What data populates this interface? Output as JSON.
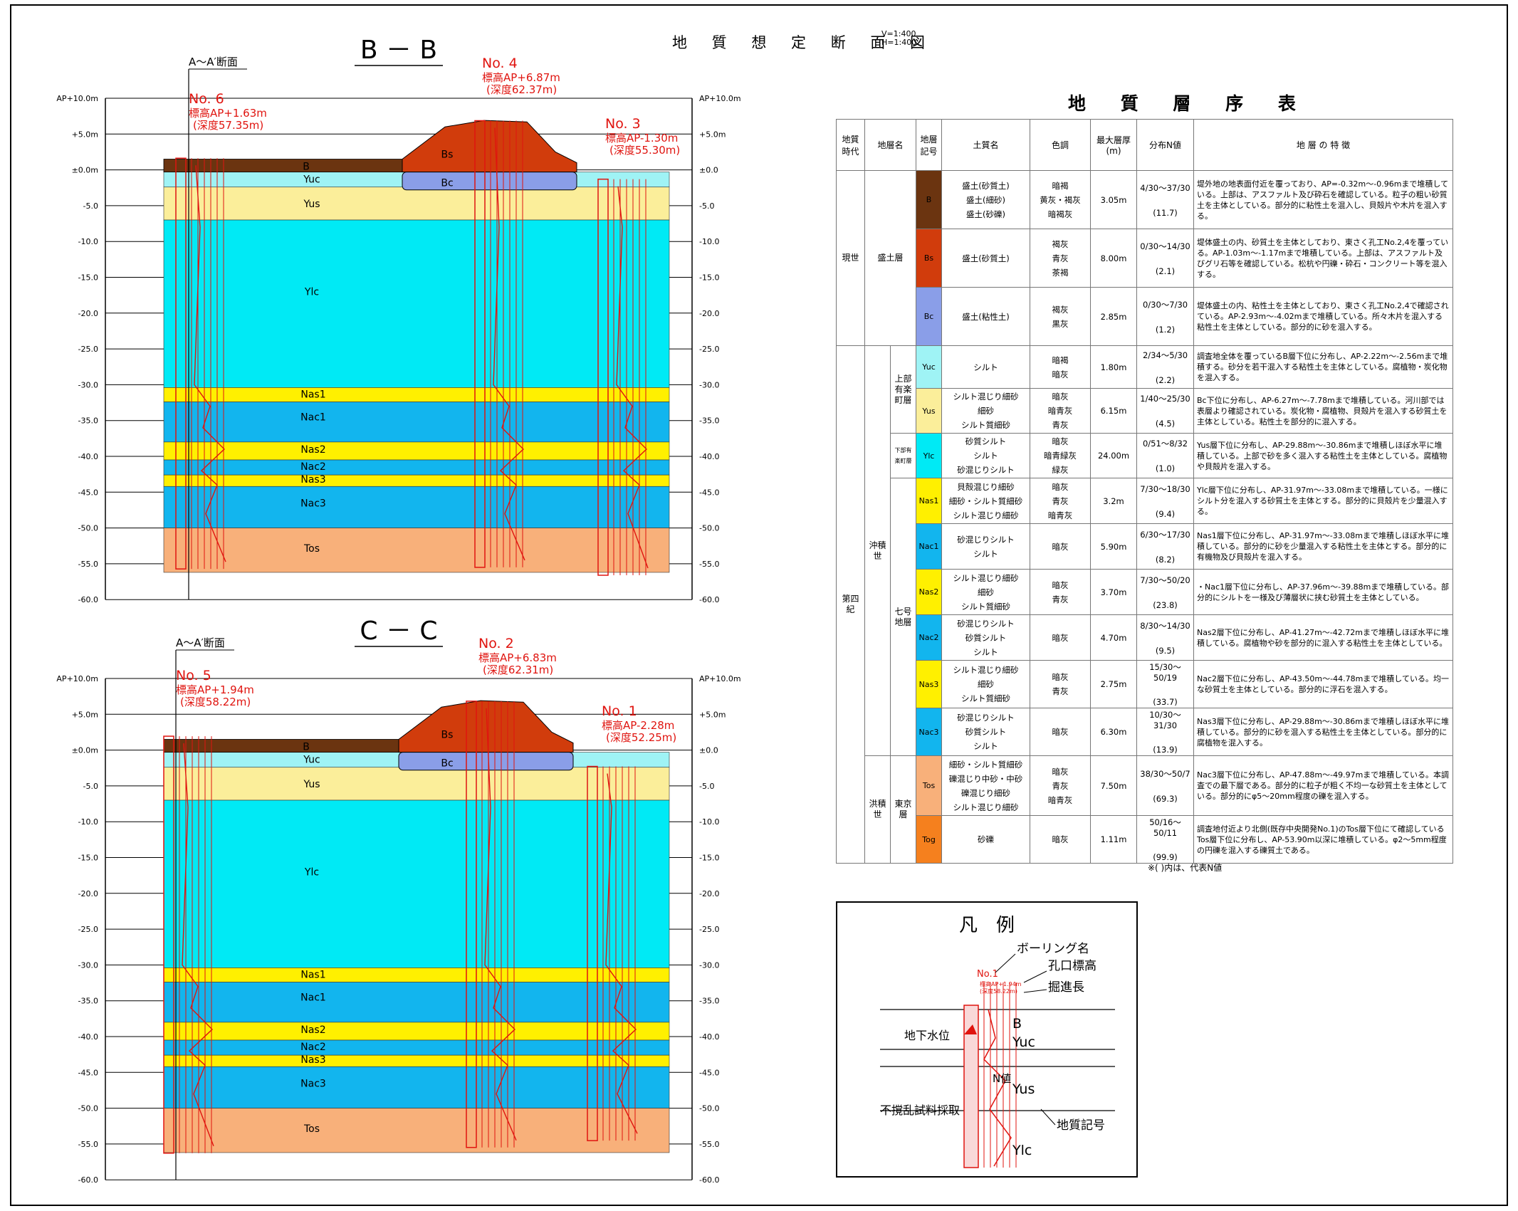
{
  "sheet": {
    "title": "地 質 想 定 断 面 図",
    "scale_v": "V=1:400",
    "scale_h": "H=1:400"
  },
  "axis": {
    "ticks": [
      "AP+10.0m",
      "+5.0m",
      "±0.0m",
      "-5.0",
      "-10.0",
      "-15.0",
      "-20.0",
      "-25.0",
      "-30.0",
      "-35.0",
      "-40.0",
      "-45.0",
      "-50.0",
      "-55.0",
      "-60.0"
    ],
    "ticks_right": [
      "AP+10.0m",
      "+5.0m",
      "±0.0",
      "-5.0",
      "-10.0",
      "-15.0",
      "-20.0",
      "-25.0",
      "-30.0",
      "-35.0",
      "-40.0",
      "-45.0",
      "-50.0",
      "-55.0",
      "-60.0"
    ]
  },
  "sections": [
    {
      "title": "B － B",
      "ref_label": "A～A′断面",
      "boreholes": [
        {
          "no": "No. 6",
          "elev": "標高AP+1.63m",
          "depth": "(深度57.35m)"
        },
        {
          "no": "No. 4",
          "elev": "標高AP+6.87m",
          "depth": "(深度62.37m)"
        },
        {
          "no": "No. 3",
          "elev": "標高AP-1.30m",
          "depth": "(深度55.30m)"
        }
      ],
      "layers": [
        "B",
        "Bs",
        "Bc",
        "Yuc",
        "Yus",
        "Ylc",
        "Nas1",
        "Nac1",
        "Nas2",
        "Nac2",
        "Nas3",
        "Nac3",
        "Tos"
      ]
    },
    {
      "title": "C － C",
      "ref_label": "A～A′断面",
      "boreholes": [
        {
          "no": "No. 5",
          "elev": "標高AP+1.94m",
          "depth": "(深度58.22m)"
        },
        {
          "no": "No. 2",
          "elev": "標高AP+6.83m",
          "depth": "(深度62.31m)"
        },
        {
          "no": "No. 1",
          "elev": "標高AP-2.28m",
          "depth": "(深度52.25m)"
        }
      ],
      "layers": [
        "B",
        "Bs",
        "Bc",
        "Yuc",
        "Yus",
        "Ylc",
        "Nas1",
        "Nac1",
        "Nas2",
        "Nac2",
        "Nas3",
        "Nac3",
        "Tos"
      ]
    }
  ],
  "colors": {
    "B": "#6b3410",
    "Bs": "#d13c0c",
    "Bc": "#8a9ee8",
    "Yuc": "#9ff3f5",
    "Yus": "#fbee9a",
    "Ylc": "#00eaf5",
    "Nas1": "#fff000",
    "Nac1": "#12b5ee",
    "Nas2": "#fff000",
    "Nac2": "#12b5ee",
    "Nas3": "#fff000",
    "Nac3": "#12b5ee",
    "Tos": "#f8b07a",
    "Tog": "#f5801e",
    "boring": "#e0140f"
  },
  "table": {
    "title": "地 質 層 序 表",
    "headers": [
      "地質時代",
      "地層名",
      "地層記号",
      "土質名",
      "色調",
      "最大層厚(m)",
      "分布N値",
      "地 層 の 特 徴"
    ],
    "eras": {
      "gensei": "現世",
      "daiyonki": "第四紀",
      "chuseki": "沖積世",
      "kouseki": "洪積世"
    },
    "formations": {
      "morido": "盛土層",
      "yurakucho": "上部有楽町層",
      "yurakucho_lower": "下部有楽町層",
      "nanagochi": "七号地層",
      "tokyo": "東京層"
    },
    "rows": [
      {
        "sym": "B",
        "soils": [
          "盛土(砂質土)",
          "盛土(細砂)",
          "盛土(砂礫)"
        ],
        "colors": [
          "暗褐",
          "黄灰・褐灰",
          "暗褐灰"
        ],
        "thick": "3.05m",
        "n": "4/30～37/30",
        "nrep": "(11.7)",
        "feat": "堤外地の地表面付近を覆っており、AP=-0.32m～-0.96mまで堆積している。上部は、アスファルト及び砕石を確認している。粒子の粗い砂質土を主体としている。部分的に粘性土を混入し、貝殻片や木片を混入する。"
      },
      {
        "sym": "Bs",
        "soils": [
          "盛土(砂質土)"
        ],
        "colors": [
          "褐灰",
          "青灰",
          "茶褐"
        ],
        "thick": "8.00m",
        "n": "0/30～14/30",
        "nrep": "(2.1)",
        "feat": "堤体盛土の内、砂質土を主体としており、東さく孔工No.2,4を覆っている。AP-1.03m～-1.17mまで堆積している。上部は、アスファルト及びグリ石等を確認している。松杭や円礫・砕石・コンクリート等を混入する。"
      },
      {
        "sym": "Bc",
        "soils": [
          "盛土(粘性土)"
        ],
        "colors": [
          "褐灰",
          "黒灰"
        ],
        "thick": "2.85m",
        "n": "0/30～7/30",
        "nrep": "(1.2)",
        "feat": "堤体盛土の内、粘性土を主体としており、東さく孔工No.2,4で確認されている。AP-2.93m～-4.02mまで堆積している。所々木片を混入する粘性土を主体としている。部分的に砂を混入する。"
      },
      {
        "sym": "Yuc",
        "soils": [
          "シルト"
        ],
        "colors": [
          "暗褐",
          "暗灰"
        ],
        "thick": "1.80m",
        "n": "2/34～5/30",
        "nrep": "(2.2)",
        "feat": "調査地全体を覆っているB層下位に分布し、AP-2.22m～-2.56mまで堆積する。砂分を若干混入する粘性土を主体としている。腐植物・炭化物を混入する。"
      },
      {
        "sym": "Yus",
        "soils": [
          "シルト混じり細砂",
          "細砂",
          "シルト質細砂"
        ],
        "colors": [
          "暗灰",
          "暗青灰",
          "青灰"
        ],
        "thick": "6.15m",
        "n": "1/40～25/30",
        "nrep": "(4.5)",
        "feat": "Bc下位に分布し、AP-6.27m～-7.78mまで堆積している。河川部では表層より確認されている。炭化物・腐植物、貝殻片を混入する砂質土を主体としている。粘性土を部分的に混入する。"
      },
      {
        "sym": "Ylc",
        "soils": [
          "砂質シルト",
          "シルト",
          "砂混じりシルト"
        ],
        "colors": [
          "暗灰",
          "暗青緑灰",
          "緑灰"
        ],
        "thick": "24.00m",
        "n": "0/51～8/32",
        "nrep": "(1.0)",
        "feat": "Yus層下位に分布し、AP-29.88m～-30.86mまで堆積しほぼ水平に堆積している。上部で砂を多く混入する粘性土を主体としている。腐植物や貝殻片を混入する。"
      },
      {
        "sym": "Nas1",
        "soils": [
          "貝殻混じり細砂",
          "細砂・シルト質細砂",
          "シルト混じり細砂"
        ],
        "colors": [
          "暗灰",
          "青灰",
          "暗青灰"
        ],
        "thick": "3.2m",
        "n": "7/30～18/30",
        "nrep": "(9.4)",
        "feat": "Ylc層下位に分布し、AP-31.97m～-33.08mまで堆積している。一様にシルト分を混入する砂質土を主体とする。部分的に貝殻片を少量混入する。"
      },
      {
        "sym": "Nac1",
        "soils": [
          "砂混じりシルト",
          "シルト"
        ],
        "colors": [
          "暗灰"
        ],
        "thick": "5.90m",
        "n": "6/30～17/30",
        "nrep": "(8.2)",
        "feat": "Nas1層下位に分布し、AP-31.97m～-33.08mまで堆積しほぼ水平に堆積している。部分的に砂を少量混入する粘性土を主体とする。部分的に有機物及び貝殻片を混入する。"
      },
      {
        "sym": "Nas2",
        "soils": [
          "シルト混じり細砂",
          "細砂",
          "シルト質細砂"
        ],
        "colors": [
          "暗灰",
          "青灰"
        ],
        "thick": "3.70m",
        "n": "7/30～50/20",
        "nrep": "(23.8)",
        "feat": "・Nac1層下位に分布し、AP-37.96m～-39.88mまで堆積している。部分的にシルトを一様及び薄層状に挟む砂質土を主体としている。"
      },
      {
        "sym": "Nac2",
        "soils": [
          "砂混じりシルト",
          "砂質シルト",
          "シルト"
        ],
        "colors": [
          "暗灰"
        ],
        "thick": "4.70m",
        "n": "8/30～14/30",
        "nrep": "(9.5)",
        "feat": "Nas2層下位に分布し、AP-41.27m～-42.72mまで堆積しほぼ水平に堆積している。腐植物や砂を部分的に混入する粘性土を主体としている。"
      },
      {
        "sym": "Nas3",
        "soils": [
          "シルト混じり細砂",
          "細砂",
          "シルト質細砂"
        ],
        "colors": [
          "暗灰",
          "青灰"
        ],
        "thick": "2.75m",
        "n": "15/30～50/19",
        "nrep": "(33.7)",
        "feat": "Nac2層下位に分布し、AP-43.50m～-44.78mまで堆積している。均一な砂質土を主体としている。部分的に浮石を混入する。"
      },
      {
        "sym": "Nac3",
        "soils": [
          "砂混じりシルト",
          "砂質シルト",
          "シルト"
        ],
        "colors": [
          "暗灰"
        ],
        "thick": "6.30m",
        "n": "10/30～31/30",
        "nrep": "(13.9)",
        "feat": "Nas3層下位に分布し、AP-29.88m～-30.86mまで堆積しほぼ水平に堆積している。部分的に砂を混入する粘性土を主体としている。部分的に腐植物を混入する。"
      },
      {
        "sym": "Tos",
        "soils": [
          "細砂・シルト質細砂",
          "礫混じり中砂・中砂",
          "礫混じり細砂",
          "シルト混じり細砂"
        ],
        "colors": [
          "暗灰",
          "青灰",
          "暗青灰"
        ],
        "thick": "7.50m",
        "n": "38/30～50/7",
        "nrep": "(69.3)",
        "feat": "Nac3層下位に分布し、AP-47.88m～-49.97mまで堆積している。本調査での最下層である。部分的に粒子が粗く不均一な砂質土を主体としている。部分的にφ5～20mm程度の礫を混入する。"
      },
      {
        "sym": "Tog",
        "soils": [
          "砂礫"
        ],
        "colors": [
          "暗灰"
        ],
        "thick": "1.11m",
        "n": "50/16～50/11",
        "nrep": "(99.9)",
        "feat": "調査地付近より北側(既存中央開発No.1)のTos層下位にて確認しているTos層下位に分布し、AP-53.90m以深に堆積している。φ2～5mm程度の円礫を混入する礫質土である。"
      }
    ],
    "footnote": "※( )内は、代表N値"
  },
  "legend": {
    "title": "凡　例",
    "boring_name": "ボーリング名",
    "mouth_elev": "孔口標高",
    "drill_length": "掘進長",
    "groundwater": "地下水位",
    "n_value": "N値",
    "undisturbed": "不撹乱試料採取",
    "geo_symbol": "地質記号",
    "sample_no": "No.1",
    "sample_elev": "標高AP+1.94m",
    "sample_depth": "(深度58.22m)",
    "sample_layers": [
      "B",
      "Yuc",
      "Yus",
      "Ylc"
    ]
  }
}
